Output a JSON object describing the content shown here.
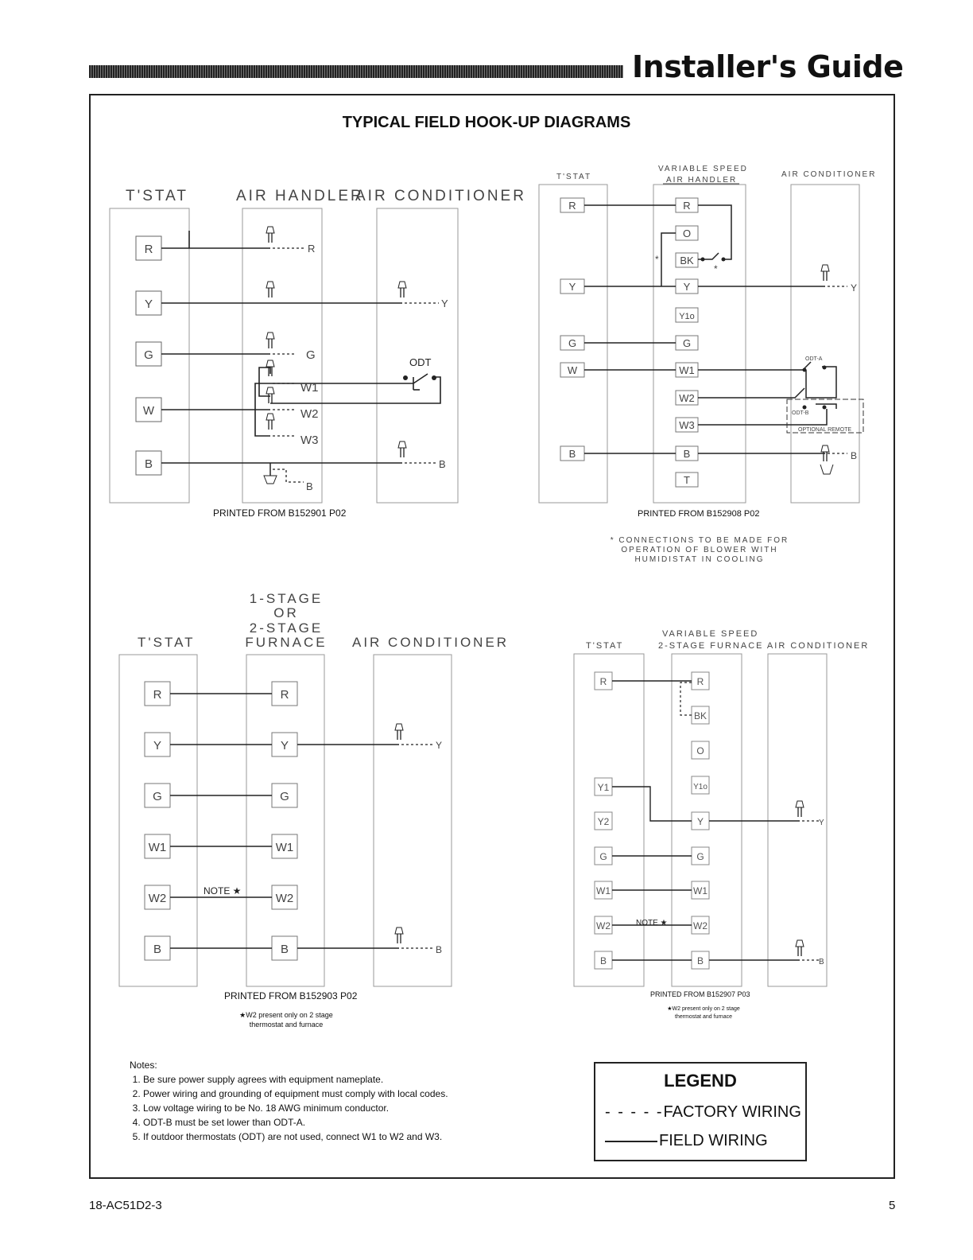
{
  "header": {
    "title": "Installer's Guide"
  },
  "main_title": "TYPICAL FIELD HOOK-UP DIAGRAMS",
  "diagrams": {
    "d1": {
      "tstat": "T'STAT",
      "air_handler": "AIR HANDLER",
      "air_conditioner": "AIR CONDITIONER",
      "terminals": [
        "R",
        "Y",
        "G",
        "W",
        "B"
      ],
      "odt": "ODT",
      "factory_labels": [
        "R",
        "Y",
        "G",
        "W1",
        "W2",
        "W3",
        "B",
        "B"
      ],
      "caption": "PRINTED FROM B152901 P02"
    },
    "d2": {
      "tstat": "T'STAT",
      "variable_speed": "VARIABLE SPEED",
      "air_handler": "AIR HANDLER",
      "air_conditioner": "AIR CONDITIONER",
      "tstat_terminals": [
        "R",
        "Y",
        "G",
        "W",
        "B"
      ],
      "handler_terminals": [
        "R",
        "O",
        "BK",
        "Y",
        "Y1o",
        "G",
        "W1",
        "W2",
        "W3",
        "B",
        "T"
      ],
      "odt_a": "ODT-A",
      "odt_b": "ODT-B",
      "optional_remote": "OPTIONAL REMOTE",
      "asterisk": "*",
      "ac_labels": [
        "Y",
        "B"
      ],
      "caption": "PRINTED FROM B152908 P02",
      "connection_note": [
        "* CONNECTIONS TO BE MADE FOR",
        "OPERATION OF BLOWER WITH",
        "HUMIDISTAT IN COOLING"
      ]
    },
    "d3": {
      "tstat": "T'STAT",
      "furnace_lines": [
        "1-STAGE",
        "OR",
        "2-STAGE",
        "FURNACE"
      ],
      "air_conditioner": "AIR CONDITIONER",
      "terminals": [
        "R",
        "Y",
        "G",
        "W1",
        "W2",
        "B"
      ],
      "note": "NOTE ★",
      "ac_labels": [
        "Y",
        "B"
      ],
      "caption": "PRINTED FROM B152903 P02",
      "footnote": [
        "★W2 present only on 2 stage",
        "thermostat and furnace"
      ]
    },
    "d4": {
      "tstat": "T'STAT",
      "variable_speed": "VARIABLE SPEED",
      "furnace_ac": "2-STAGE FURNACE AIR CONDITIONER",
      "tstat_terminals": [
        "R",
        "Y1",
        "Y2",
        "G",
        "W1",
        "W2",
        "B"
      ],
      "furnace_terminals": [
        "R",
        "BK",
        "O",
        "Y1o",
        "Y",
        "G",
        "W1",
        "W2",
        "B"
      ],
      "note": "NOTE ★",
      "ac_labels": [
        "Y",
        "B"
      ],
      "caption": "PRINTED FROM B152907 P03",
      "footnote": [
        "★W2 present only on 2 stage",
        "thermostat and furnace"
      ]
    }
  },
  "notes": {
    "title": "Notes:",
    "items": [
      "Be sure power supply agrees with equipment nameplate.",
      "Power wiring and grounding of equipment must  comply with local codes.",
      "Low voltage wiring to be No. 18 AWG minimum conductor.",
      "ODT-B must be set lower than ODT-A.",
      "If outdoor thermostats (ODT)  are not used, connect W1 to W2 and W3."
    ]
  },
  "legend": {
    "title": "LEGEND",
    "factory": "FACTORY WIRING",
    "field": "FIELD WIRING"
  },
  "footer": {
    "doc": "18-AC51D2-3",
    "page": "5"
  }
}
